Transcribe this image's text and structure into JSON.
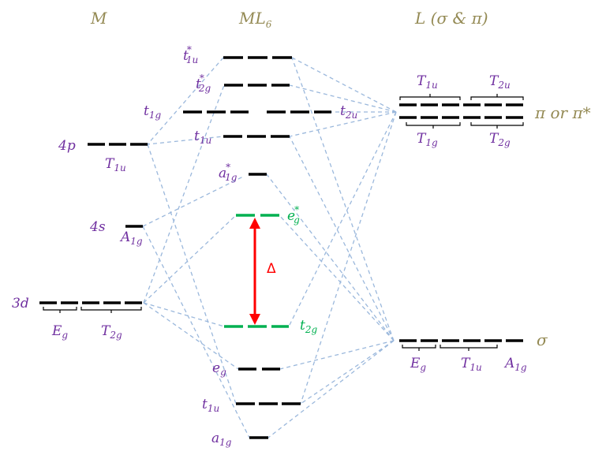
{
  "headers": {
    "metal": "M",
    "complex_base": "ML",
    "complex_sub": "6",
    "ligand": "L (σ & π)"
  },
  "metal_orbitals": {
    "p": {
      "name": "4p",
      "sym_base": "T",
      "sym_sub": "1u"
    },
    "s": {
      "name": "4s",
      "sym_base": "A",
      "sym_sub": "1g"
    },
    "d": {
      "name": "3d",
      "sym1_base": "E",
      "sym1_sub": "g",
      "sym2_base": "T",
      "sym2_sub": "2g"
    }
  },
  "mo_levels": [
    {
      "base": "t",
      "sub": "1u",
      "sup": "*"
    },
    {
      "base": "t",
      "sub": "2g",
      "sup": "*"
    },
    {
      "base": "t",
      "sub": "1g",
      "sup": ""
    },
    {
      "base": "t",
      "sub": "2u",
      "sup": ""
    },
    {
      "base": "t",
      "sub": "1u",
      "sup": ""
    },
    {
      "base": "a",
      "sub": "1g",
      "sup": "*"
    },
    {
      "base": "e",
      "sub": "g",
      "sup": "*"
    },
    {
      "base": "t",
      "sub": "2g",
      "sup": ""
    },
    {
      "base": "e",
      "sub": "g",
      "sup": ""
    },
    {
      "base": "t",
      "sub": "1u",
      "sup": ""
    },
    {
      "base": "a",
      "sub": "1g",
      "sup": ""
    }
  ],
  "splitting_label": "Δ",
  "ligand_orbitals": {
    "pi_label": "π or π*",
    "pi_syms": [
      {
        "base": "T",
        "sub": "1u"
      },
      {
        "base": "T",
        "sub": "2u"
      },
      {
        "base": "T",
        "sub": "1g"
      },
      {
        "base": "T",
        "sub": "2g"
      }
    ],
    "sigma_label": "σ",
    "sigma_syms": [
      {
        "base": "E",
        "sub": "g"
      },
      {
        "base": "T",
        "sub": "1u"
      },
      {
        "base": "A",
        "sub": "1g"
      }
    ]
  },
  "colors": {
    "label": "#7030a0",
    "header": "#948a54",
    "frontier": "#00b050",
    "arrow": "#ff0000",
    "connector": "#9bb8dc"
  }
}
